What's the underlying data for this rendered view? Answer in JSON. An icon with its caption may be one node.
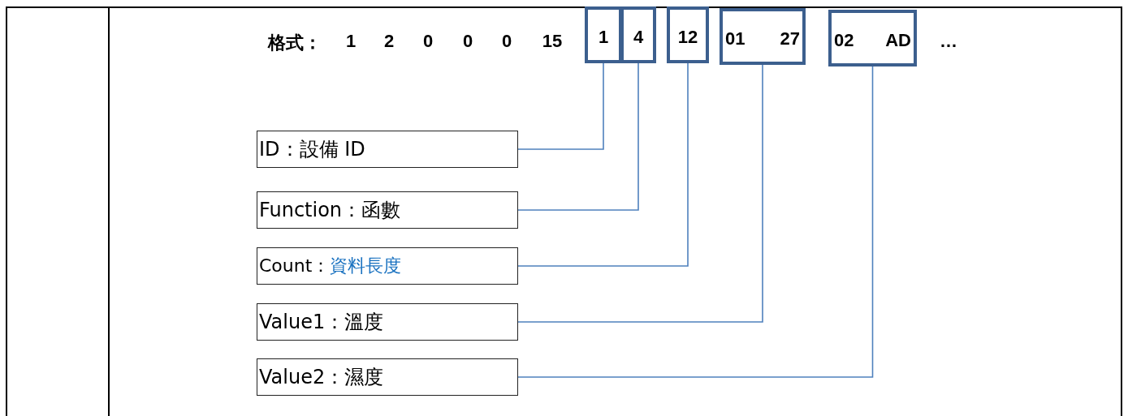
{
  "diagram": {
    "nodes": [
      {
        "text": [
          "1"
        ]
      },
      {
        "text": [
          "4"
        ]
      },
      {
        "text": [
          "12"
        ]
      },
      {
        "text": [
          "01",
          "27"
        ]
      },
      {
        "text": [
          "02",
          "AD"
        ]
      },
      {
        "text": [
          "ID：設備 ID"
        ]
      },
      {
        "text": [
          "Function：函數"
        ]
      },
      {
        "text": [
          "Count：",
          "資料長度"
        ]
      },
      {
        "text": [
          "Value1：溫度"
        ]
      },
      {
        "text": [
          "Value2：濕度"
        ]
      }
    ],
    "edges": [
      {
        "from": 0,
        "to": 5,
        "arrow": "none"
      },
      {
        "from": 1,
        "to": 6,
        "arrow": "none"
      },
      {
        "from": 2,
        "to": 7,
        "arrow": "none"
      },
      {
        "from": 3,
        "to": 8,
        "arrow": "none"
      },
      {
        "from": 4,
        "to": 9,
        "arrow": "none"
      }
    ],
    "labels": [
      "格式：",
      "1",
      "2",
      "0",
      "0",
      "0",
      "15",
      "…"
    ]
  }
}
